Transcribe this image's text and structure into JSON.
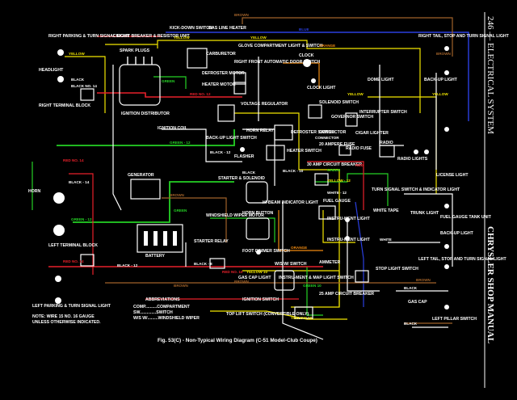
{
  "side": {
    "page_header": "246 — ELECTRICAL SYSTEM",
    "book_title": "CHRYSLER SHOP MANUAL"
  },
  "caption": "Fig. 53(C) - Non-Typical Wiring Diagram (C-51 Model-Club Coupe)",
  "abbreviations": {
    "title": "ABBREVIATIONS",
    "items": [
      "COMP..........COMPARTMENT",
      "SW..............SWITCH",
      "W/S W/.........WINDSHIELD WIPER"
    ]
  },
  "note": [
    "NOTE: WIRE 15 NO. 16 GAUGE",
    "UNLESS OTHERWISE INDICATED."
  ],
  "components": {
    "right_parking_turn": "RIGHT PARKING & TURN SIGNAL LIGHT",
    "headlight": "HEADLIGHT",
    "right_terminal_block": "RIGHT TERMINAL BLOCK",
    "circuit_breaker": "CIRCUIT BREAKER & RESISTOR UNIT",
    "spark_plugs": "SPARK PLUGS",
    "kickdown_switch": "KICK-DOWN SWITCH",
    "gas_line_heater": "GAS LINE HEATER",
    "carburetor": "CARBURETOR",
    "glove_comp_light": "GLOVE COMPARTMENT LIGHT & SWITCH",
    "right_front_door_switch": "RIGHT FRONT AUTOMATIC DOOR SWITCH",
    "clock": "CLOCK",
    "clock_light": "CLOCK LIGHT",
    "defroster_motor": "DEFROSTER MOTOR",
    "heater_motor": "HEATER MOTOR",
    "ignition_distributor": "IGNITION DISTRIBUTOR",
    "ignition_coil": "IGNITION COIL",
    "voltage_regulator": "VOLTAGE REGULATOR",
    "horn_relay": "HORN RELAY",
    "defroster_switch": "DEFROSTER SWITCH",
    "heater_switch": "HEATER SWITCH",
    "solenoid_switch": "SOLENOID SWITCH",
    "governor_switch": "GOVERNOR SWITCH",
    "interrupter_switch": "INTERRUPTER SWITCH",
    "connector": "CONNECTOR",
    "cigar_lighter": "CIGAR LIGHTER",
    "radio_fuse": "RADIO FUSE",
    "ampere_fuse": "20 AMPERE FUSE",
    "radio": "RADIO",
    "radio_lights": "RADIO LIGHTS",
    "circuit_breaker_30": "30 AMP CIRCUIT BREAKER",
    "backup_light_switch": "BACK-UP LIGHT SWITCH",
    "flasher": "FLASHER",
    "generator": "GENERATOR",
    "starter_solenoid": "STARTER & SOLENOID",
    "horn": "HORN",
    "horn_button": "HORN BUTTON",
    "hi_beam": "HI-BEAM INDICATOR LIGHT",
    "windshield_wiper_motor": "WINDSHIELD WIPER MOTOR",
    "fuel_gauge": "FUEL GAUGE",
    "turn_signal_switch": "TURN SIGNAL SWITCH & INDICATOR LIGHT",
    "white_tape": "WHITE TAPE",
    "instr_light_1": "INSTRU-MENT LIGHT",
    "instr_light_2": "INSTRU-MENT LIGHT",
    "battery": "BATTERY",
    "starter_relay": "STARTER RELAY",
    "left_terminal_block": "LEFT TERMINAL BLOCK",
    "ws_switch": "W/S W/ SWITCH",
    "foot_dimmer": "FOOT DIMMER SWITCH",
    "ammeter": "AMMETER",
    "instr_map_light": "INSTRU-MENT & MAP LIGHT SWITCH",
    "gas_cap_light": "GAS CAP LIGHT",
    "left_parking_turn": "LEFT PARKING & TURN SIGNAL LIGHT",
    "ignition_switch": "IGNITION SWITCH",
    "amp_cb_25": "25 AMP CIRCUIT BREAKER",
    "top_lift_switch": "TOP LIFT SWITCH (CONVERTIBLE ONLY)",
    "stop_light_switch": "STOP LIGHT SWITCH",
    "dome_light": "DOME LIGHT",
    "right_tail": "RIGHT TAIL, STOP AND TURN SIGNAL LIGHT",
    "backup_light_r": "BACK-UP LIGHT",
    "license_light": "LICENSE LIGHT",
    "trunk_light": "TRUNK LIGHT",
    "fuel_gauge_tank": "FUEL GAUGE TANK UNIT",
    "backup_light_l": "BACK-UP LIGHT",
    "left_tail": "LEFT TAIL, STOP AND TURN SIGNAL LIGHT",
    "gas_cap": "GAS CAP",
    "left_pillar": "LEFT PILLAR SWITCH"
  },
  "wire_labels": {
    "yellow": "YELLOW",
    "brown": "BROWN",
    "black": "BLACK",
    "blue": "BLUE",
    "red": "RED",
    "green": "GREEN",
    "orange": "ORANGE",
    "white": "WHITE",
    "red_no12": "RED NO. 12",
    "red_no14": "RED NO. 14",
    "black_no14": "BLACK NO. 14",
    "green_12": "GREEN - 12",
    "black_12": "BLACK - 12",
    "black_8": "BLACK - 8",
    "black_10": "BLACK - 10",
    "black_14": "BLACK - 14",
    "yellow_10": "YELLOW 10",
    "green_10": "GREEN 10",
    "red_no10": "RED NO. 10",
    "yellow_12": "YELLOW - 12",
    "white_12": "WHITE - 12",
    "connector": "CONNECTOR"
  },
  "colors": {
    "yellow": "#f2e600",
    "green": "#25d125",
    "red": "#e8202a",
    "blue": "#2a3fe0",
    "orange": "#f08a10",
    "brown": "#a0622a",
    "white": "#ffffff",
    "black": "#000000"
  }
}
